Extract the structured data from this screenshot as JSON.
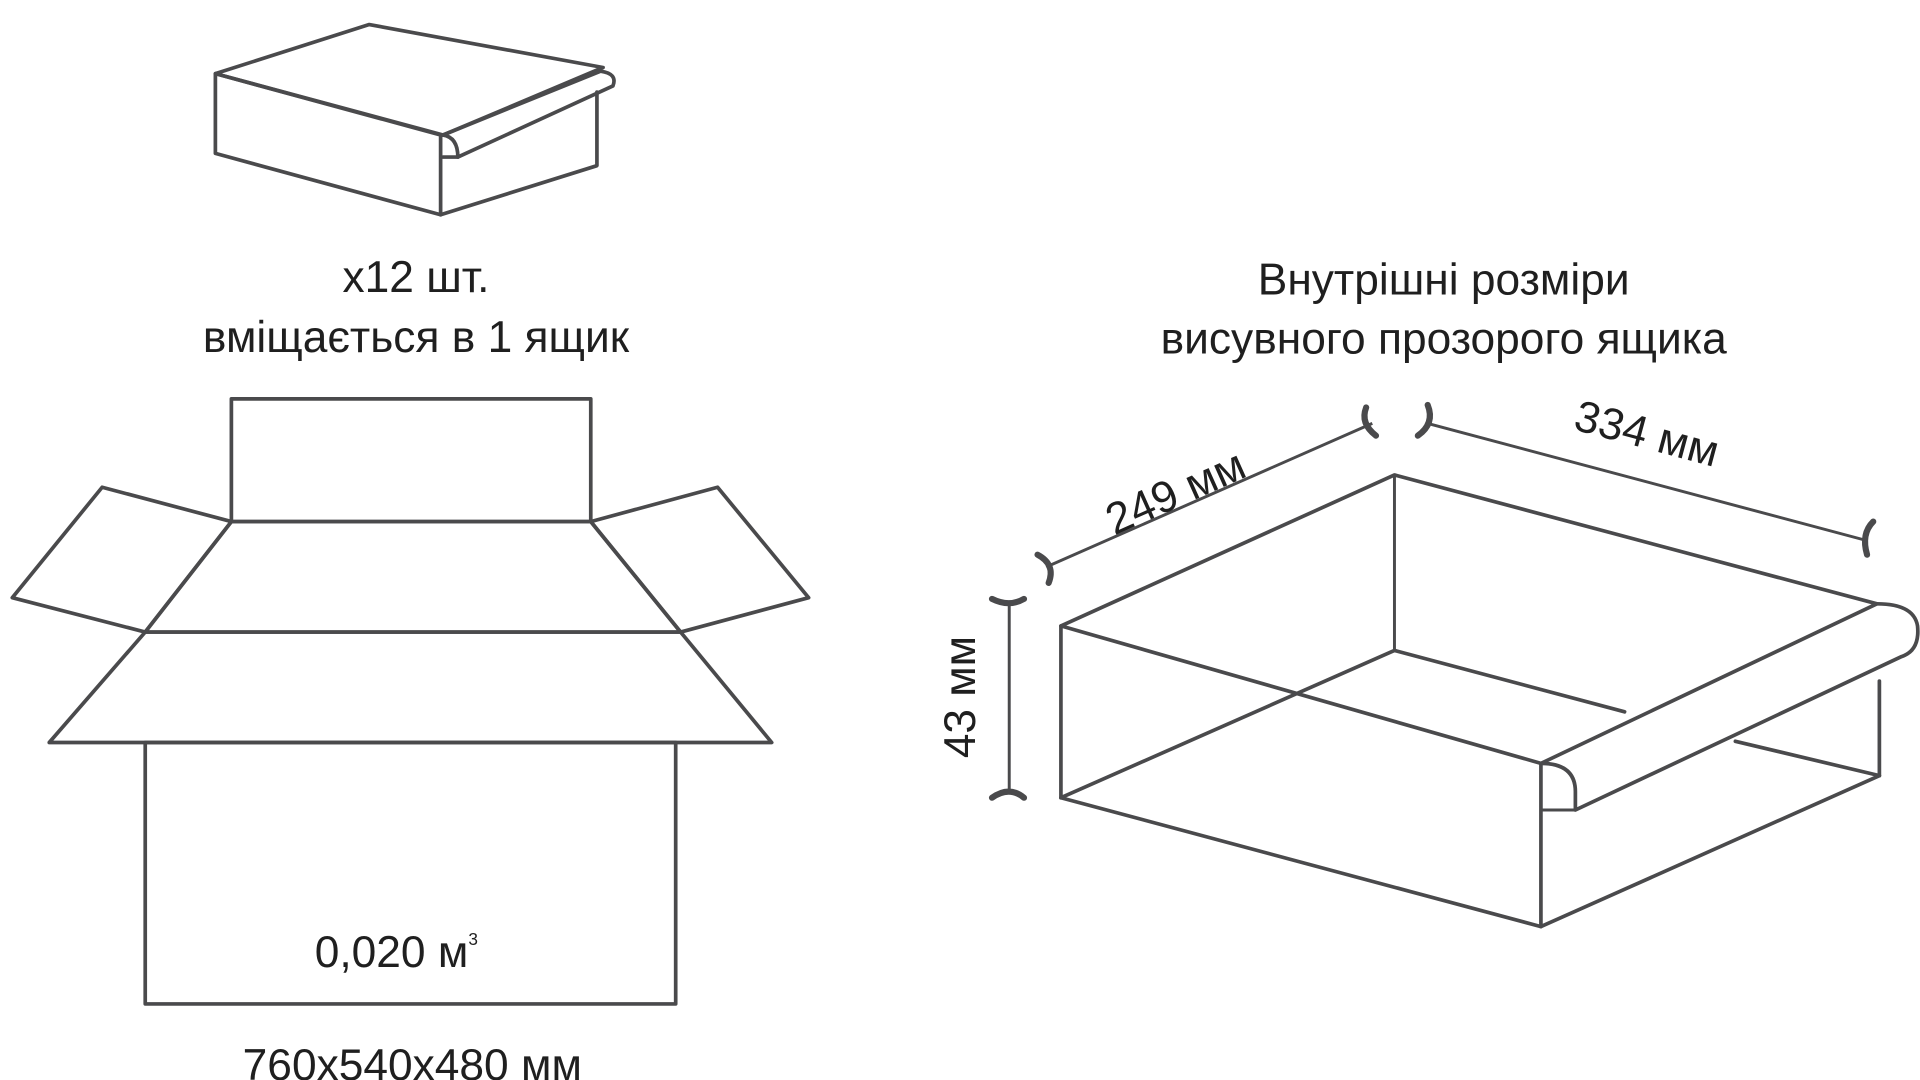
{
  "small_box": {
    "quantity": "x12 шт.",
    "fits_caption": "вміщається в 1 ящик"
  },
  "carton": {
    "volume": "0,020 м",
    "volume_unit_sup": "3",
    "dimensions": "760x540x480 мм"
  },
  "drawer": {
    "title_line1": "Внутрішні розміри",
    "title_line2": "висувного прозорого ящика",
    "depth": "249 мм",
    "width": "334 мм",
    "height": "43 мм"
  }
}
